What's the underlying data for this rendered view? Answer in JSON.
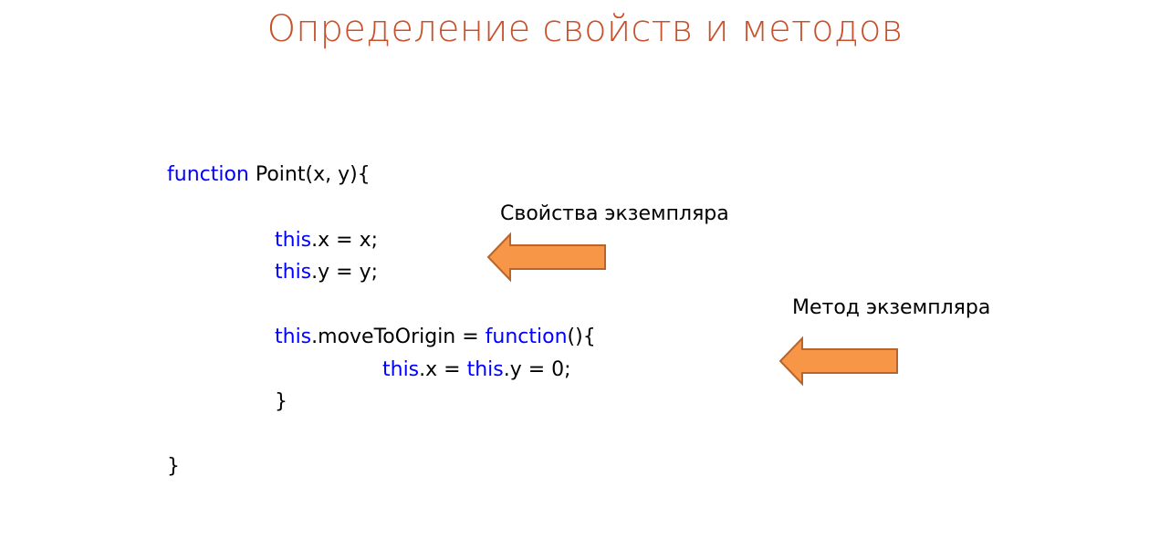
{
  "slide": {
    "title": "Определение свойств и методов"
  },
  "code": {
    "line1": {
      "kw": "function",
      "rest": " Point(x, y){"
    },
    "line2": {
      "kw": "this",
      "rest": ".x = x;"
    },
    "line3": {
      "kw": "this",
      "rest": ".y = y;"
    },
    "line4": {
      "kw1": "this",
      "mid": ".moveToOrigin = ",
      "kw2": "function",
      "rest": "(){"
    },
    "line5": {
      "kw1": "this",
      "mid": ".x = ",
      "kw2": "this",
      "rest": ".y = 0;"
    },
    "line6": {
      "text": "}"
    },
    "line7": {
      "text": "}"
    }
  },
  "annotations": {
    "properties_label": "Свойства экземпляра",
    "method_label": "Метод экземпляра"
  },
  "colors": {
    "title": "#c8502a",
    "keyword": "#0000ff",
    "arrow_fill": "#f79646",
    "arrow_stroke": "#b9652a"
  },
  "icons": {
    "properties_arrow": "left-arrow-icon",
    "method_arrow": "left-arrow-icon"
  }
}
